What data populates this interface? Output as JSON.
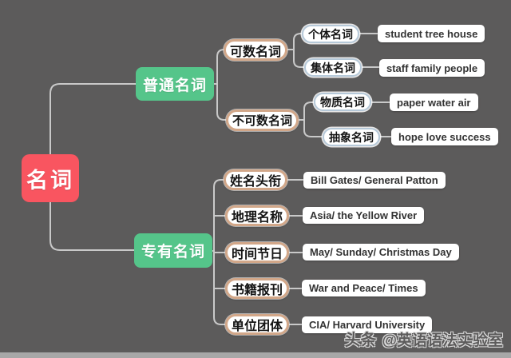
{
  "mindmap": {
    "root": {
      "label": "名词"
    },
    "common": {
      "label": "普通名词"
    },
    "countable": {
      "label": "可数名词"
    },
    "individual": {
      "label": "个体名词",
      "examples": "student tree house"
    },
    "collective": {
      "label": "集体名词",
      "examples": "staff family people"
    },
    "uncountable": {
      "label": "不可数名词"
    },
    "material": {
      "label": "物质名词",
      "examples": "paper water air"
    },
    "abstract": {
      "label": "抽象名词",
      "examples": "hope love success"
    },
    "proper": {
      "label": "专有名词"
    },
    "names_titles": {
      "label": "姓名头衔",
      "examples": "Bill Gates/ General Patton"
    },
    "geo_names": {
      "label": "地理名称",
      "examples": "Asia/ the Yellow River"
    },
    "time_festivals": {
      "label": "时间节日",
      "examples": "May/ Sunday/ Christmas Day"
    },
    "books_press": {
      "label": "书籍报刊",
      "examples": "War and Peace/ Times"
    },
    "org_groups": {
      "label": "单位团体",
      "examples": "CIA/ Harvard University"
    }
  },
  "watermark": {
    "brand": "头条",
    "handle": "@英语语法实验室"
  },
  "colors": {
    "background": "#5c5b5b",
    "root_node": "#f95560",
    "branch_node": "#55c58a",
    "tan_pill_border": "#d2a789",
    "blue_pill_border": "#b5c8d8",
    "connector_line": "#c9c9c9",
    "leaf_background": "#ffffff",
    "footer_strip": "#a7a7a7"
  }
}
